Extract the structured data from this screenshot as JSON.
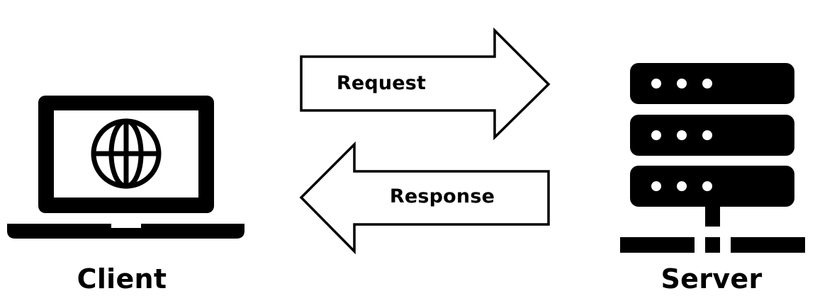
{
  "diagram": {
    "client": {
      "label": "Client",
      "icon": "laptop-globe-icon"
    },
    "server": {
      "label": "Server",
      "icon": "server-rack-icon"
    },
    "request": {
      "label": "Request",
      "direction": "client-to-server"
    },
    "response": {
      "label": "Response",
      "direction": "server-to-client"
    }
  },
  "colors": {
    "ink": "#000000",
    "background": "#ffffff"
  }
}
